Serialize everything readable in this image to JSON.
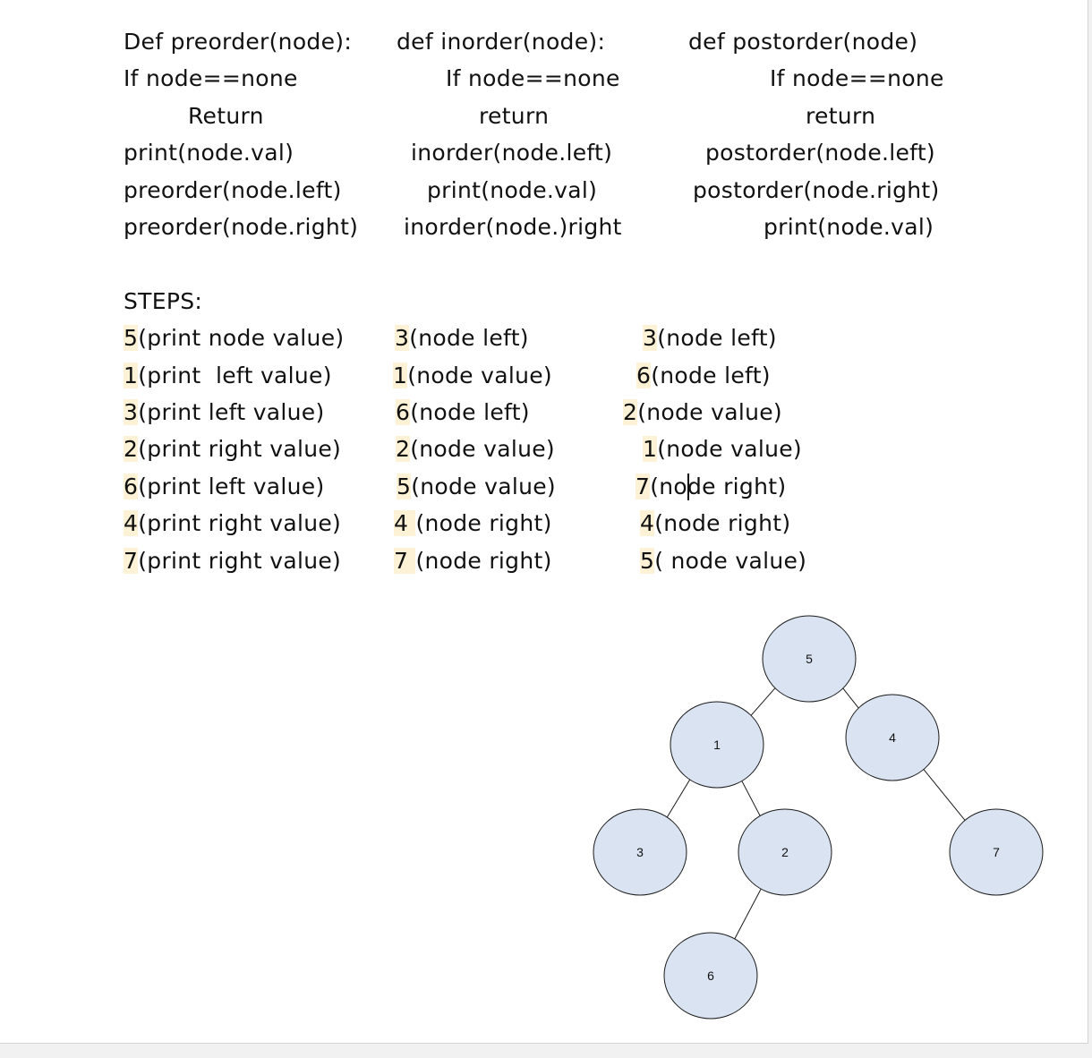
{
  "code": {
    "preorder": [
      "Def preorder(node):",
      "If node==none",
      "Return",
      "print(node.val)",
      "preorder(node.left)",
      "preorder(node.right)"
    ],
    "inorder": [
      "def inorder(node):",
      "If node==none",
      "return",
      "inorder(node.left)",
      "print(node.val)",
      "inorder(node.)right"
    ],
    "postorder": [
      "def postorder(node)",
      "If node==none",
      "return",
      "postorder(node.left)",
      "postorder(node.right)",
      "print(node.val)"
    ]
  },
  "steps_heading": "STEPS:",
  "steps": {
    "preorder": [
      {
        "num": "5",
        "text": "(print node value)"
      },
      {
        "num": "1",
        "text": "(print  left value)"
      },
      {
        "num": "3",
        "text": "(print left value)"
      },
      {
        "num": "2",
        "text": "(print right value)"
      },
      {
        "num": "6",
        "text": "(print left value)"
      },
      {
        "num": "4",
        "text": "(print right value)"
      },
      {
        "num": "7",
        "text": "(print right value)"
      }
    ],
    "inorder": [
      {
        "num": "3",
        "text": "(node left)"
      },
      {
        "num": "1",
        "text": "(node value)"
      },
      {
        "num": "6",
        "text": "(node left)"
      },
      {
        "num": "2",
        "text": "(node value)"
      },
      {
        "num": "5",
        "text": "(node value)"
      },
      {
        "num": "4 ",
        "text": "(node right)"
      },
      {
        "num": "7 ",
        "text": "(node right)"
      }
    ],
    "postorder": [
      {
        "num": "3",
        "text": "(node left)"
      },
      {
        "num": "6",
        "text": "(node left)"
      },
      {
        "num": "2",
        "text": "(node value)"
      },
      {
        "num": "1",
        "text": "(node value)"
      },
      {
        "num": "7",
        "text": "(node right)"
      },
      {
        "num": "4",
        "text": "(node right)"
      },
      {
        "num": "5",
        "text": "( node value)"
      }
    ]
  },
  "tree": {
    "nodes": [
      {
        "id": "n5",
        "label": "5"
      },
      {
        "id": "n1",
        "label": "1"
      },
      {
        "id": "n4",
        "label": "4"
      },
      {
        "id": "n3",
        "label": "3"
      },
      {
        "id": "n2",
        "label": "2"
      },
      {
        "id": "n7",
        "label": "7"
      },
      {
        "id": "n6",
        "label": "6"
      }
    ],
    "edges": [
      [
        "n5",
        "n1"
      ],
      [
        "n5",
        "n4"
      ],
      [
        "n1",
        "n3"
      ],
      [
        "n1",
        "n2"
      ],
      [
        "n4",
        "n7"
      ],
      [
        "n2",
        "n6"
      ]
    ]
  },
  "colors": {
    "node_fill": "#d9e3f1",
    "highlight": "#fdf1d6"
  }
}
